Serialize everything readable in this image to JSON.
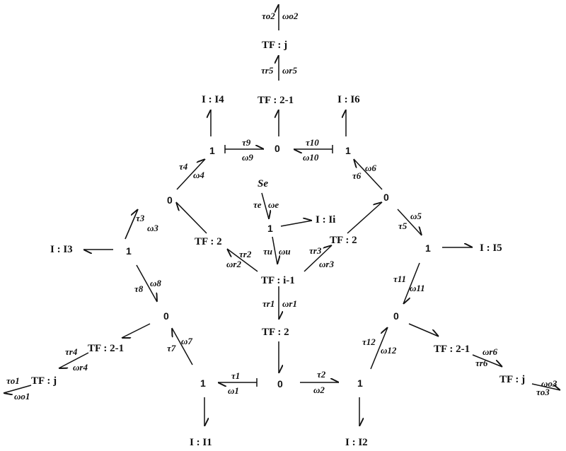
{
  "nodes": {
    "top_tau_o2": "τo2",
    "top_omega_o2": "ωo2",
    "tf_j_top": "TF : j",
    "tau_r5": "τr5",
    "omega_r5": "ωr5",
    "tf_half_top": "TF : 2-1",
    "I4": "I : I4",
    "I6": "I : I6",
    "one_top_left": "1",
    "zero_top": "0",
    "one_top_right": "1",
    "tau9": "τ9",
    "omega9": "ω9",
    "tau10": "τ10",
    "omega10": "ω10",
    "tau4": "τ4",
    "omega4": "ω4",
    "tau6": "τ6",
    "omega6": "ω6",
    "Se": "Se",
    "tau_e": "τe",
    "omega_e": "ωe",
    "zero_left": "0",
    "zero_right": "0",
    "one_center": "1",
    "Ii": "I : Ii",
    "tau3": "τ3",
    "omega3": "ω3",
    "tau5": "τ5",
    "omega5": "ω5",
    "I3": "I : I3",
    "one_left": "1",
    "tf2_left": "TF : 2",
    "tf2_right": "TF : 2",
    "tau_r2": "τr2",
    "omega_r2": "ωr2",
    "tau_u": "τu",
    "omega_u": "ωu",
    "tau_r3": "τr3",
    "omega_r3": "ωr3",
    "one_right": "1",
    "I5": "I : I5",
    "tf_i": "TF : i-1",
    "tau8": "τ8",
    "omega8": "ω8",
    "tau11": "τ11",
    "omega11": "ω11",
    "tau_r1": "τr1",
    "omega_r1": "ωr1",
    "zero_bottom_left": "0",
    "zero_bottom_right": "0",
    "tf2_center": "TF : 2",
    "tf_half_left": "TF : 2-1",
    "tf_half_right": "TF : 2-1",
    "tau_r4": "τr4",
    "omega_r4": "ωr4",
    "tau7": "τ7",
    "omega7": "ω7",
    "tau12": "τ12",
    "omega12": "ω12",
    "omega_r6": "ωr6",
    "tau_r6": "τr6",
    "tf_j_left": "TF : j",
    "tf_j_right": "TF : j",
    "tau_o1": "τo1",
    "omega_o1": "ωo1",
    "omega_o3": "ωo3",
    "tau_o3": "τo3",
    "tau1": "τ1",
    "omega1": "ω1",
    "tau2": "τ2",
    "omega2": "ω2",
    "one_bottom_left": "1",
    "zero_bottom": "0",
    "one_bottom_right": "1",
    "I1": "I : I1",
    "I2": "I : I2"
  }
}
